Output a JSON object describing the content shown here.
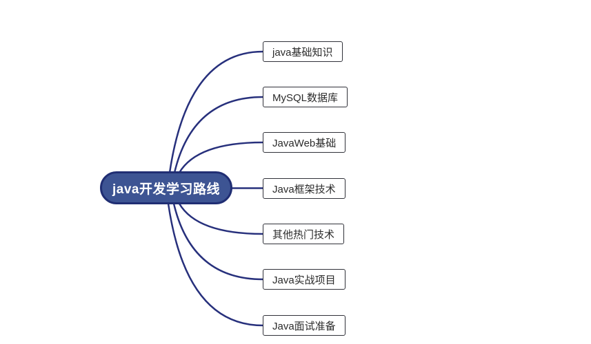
{
  "diagram": {
    "type": "mindmap",
    "root": {
      "label": "java开发学习路线"
    },
    "branches": [
      {
        "label": "java基础知识"
      },
      {
        "label": "MySQL数据库"
      },
      {
        "label": "JavaWeb基础"
      },
      {
        "label": "Java框架技术"
      },
      {
        "label": "其他热门技术"
      },
      {
        "label": "Java实战项目"
      },
      {
        "label": "Java面试准备"
      }
    ],
    "colors": {
      "background": "#ffffff",
      "line": "#27307c",
      "root_fill": "#3d5493",
      "root_border": "#202e73",
      "root_text": "#ffffff",
      "box_fill": "#ffffff",
      "box_border": "#2f3038",
      "box_text": "#2b2b2b"
    }
  }
}
